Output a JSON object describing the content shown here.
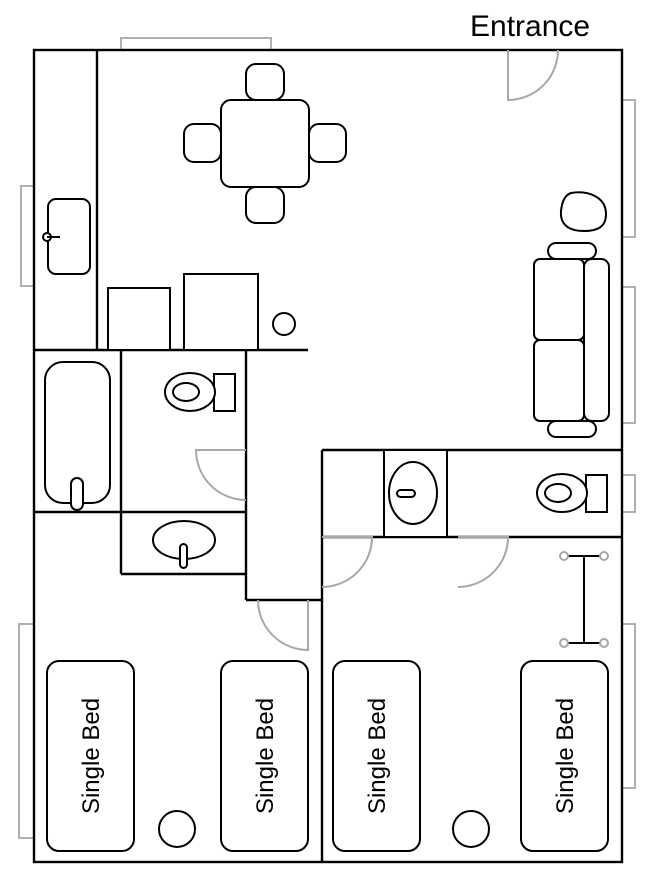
{
  "plan": {
    "entrance_label": "Entrance",
    "beds": [
      {
        "label": "Single Bed"
      },
      {
        "label": "Single Bed"
      },
      {
        "label": "Single Bed"
      },
      {
        "label": "Single Bed"
      }
    ]
  },
  "colors": {
    "wall": "#000000",
    "window": "#b0b0b0",
    "door_swing": "#a8a8a8",
    "background": "#ffffff"
  }
}
